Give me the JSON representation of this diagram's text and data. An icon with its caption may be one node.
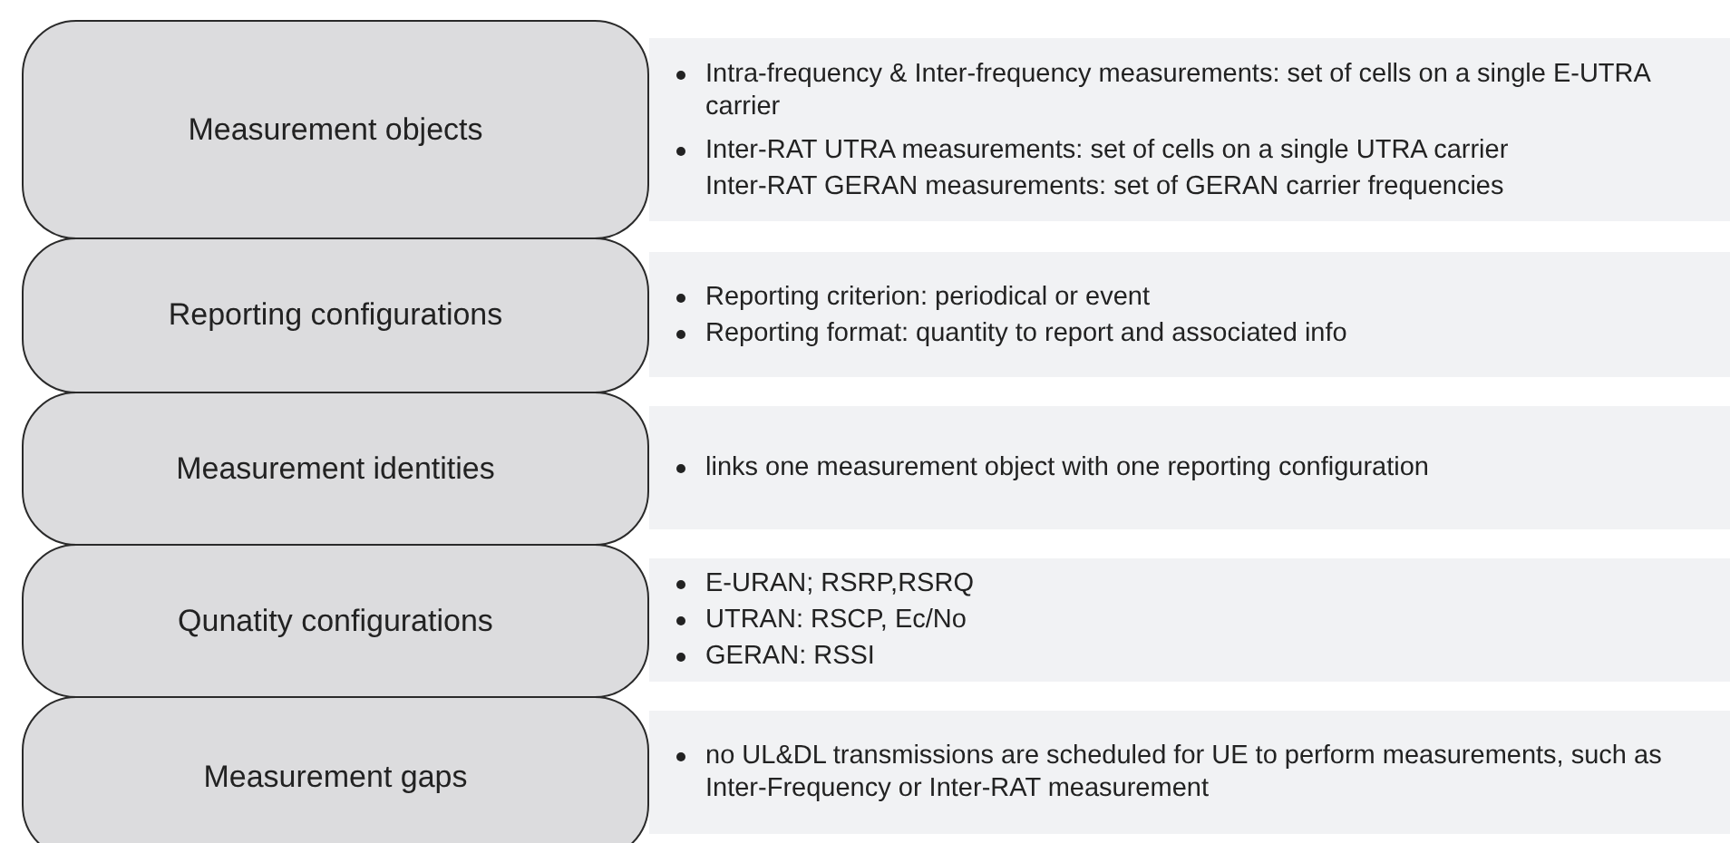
{
  "diagram": {
    "nodes": [
      {
        "text": [
          "Measurement objects"
        ]
      },
      {
        "text": [
          "Intra-frequency & Inter-frequency measurements: set of cells on a single E-UTRA carrier",
          "Inter-RAT UTRA measurements: set of cells on a single UTRA carrier",
          "Inter-RAT GERAN measurements: set of GERAN carrier frequencies"
        ]
      },
      {
        "text": [
          "Reporting configurations"
        ]
      },
      {
        "text": [
          "Reporting criterion: periodical or event",
          "Reporting format: quantity to report and associated info"
        ]
      },
      {
        "text": [
          "Measurement identities"
        ]
      },
      {
        "text": [
          "links one measurement object with one reporting configuration"
        ]
      },
      {
        "text": [
          "Qunatity configurations"
        ]
      },
      {
        "text": [
          "E-URAN; RSRP,RSRQ",
          "UTRAN: RSCP, Ec/No",
          "GERAN: RSSI"
        ]
      },
      {
        "text": [
          "Measurement gaps"
        ]
      },
      {
        "text": [
          "no UL&DL transmissions are scheduled for UE to perform measurements, such as Inter-Frequency or Inter-RAT measurement"
        ]
      }
    ]
  }
}
